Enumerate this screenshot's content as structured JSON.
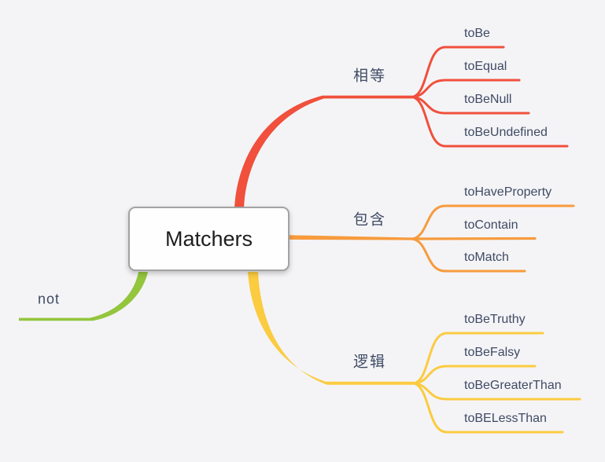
{
  "canvas": {
    "background": "#f4f4f7"
  },
  "root": {
    "label": "Matchers",
    "box_fill": "#fefefe",
    "border_color": "#a2a2a2",
    "text_color": "#1e1e1e"
  },
  "label_text_color": "#3f4a63",
  "branches": [
    {
      "label": "相等",
      "color": "#f0503c",
      "children": [
        {
          "label": "toBe"
        },
        {
          "label": "toEqual"
        },
        {
          "label": "toBeNull"
        },
        {
          "label": "toBeUndefined"
        }
      ]
    },
    {
      "label": "包含",
      "color": "#f79b3d",
      "children": [
        {
          "label": "toHaveProperty"
        },
        {
          "label": "toContain"
        },
        {
          "label": "toMatch"
        }
      ]
    },
    {
      "label": "逻辑",
      "color": "#fbcb40",
      "children": [
        {
          "label": "toBeTruthy"
        },
        {
          "label": "toBeFalsy"
        },
        {
          "label": "toBeGreaterThan"
        },
        {
          "label": "toBELessThan"
        }
      ]
    },
    {
      "label": "not",
      "color": "#93c53d",
      "children": []
    }
  ]
}
